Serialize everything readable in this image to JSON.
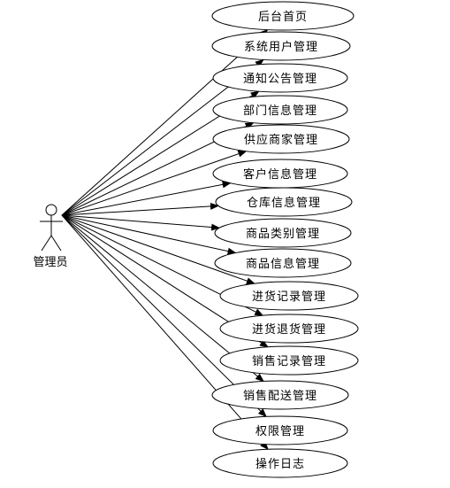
{
  "actor": {
    "label": "管理员"
  },
  "use_cases": [
    {
      "label": "后台首页"
    },
    {
      "label": "系统用户管理"
    },
    {
      "label": "通知公告管理"
    },
    {
      "label": "部门信息管理"
    },
    {
      "label": "供应商家管理"
    },
    {
      "label": "客户信息管理"
    },
    {
      "label": "仓库信息管理"
    },
    {
      "label": "商品类别管理"
    },
    {
      "label": "商品信息管理"
    },
    {
      "label": "进货记录管理"
    },
    {
      "label": "进货退货管理"
    },
    {
      "label": "销售记录管理"
    },
    {
      "label": "销售配送管理"
    },
    {
      "label": "权限管理"
    },
    {
      "label": "操作日志"
    }
  ]
}
